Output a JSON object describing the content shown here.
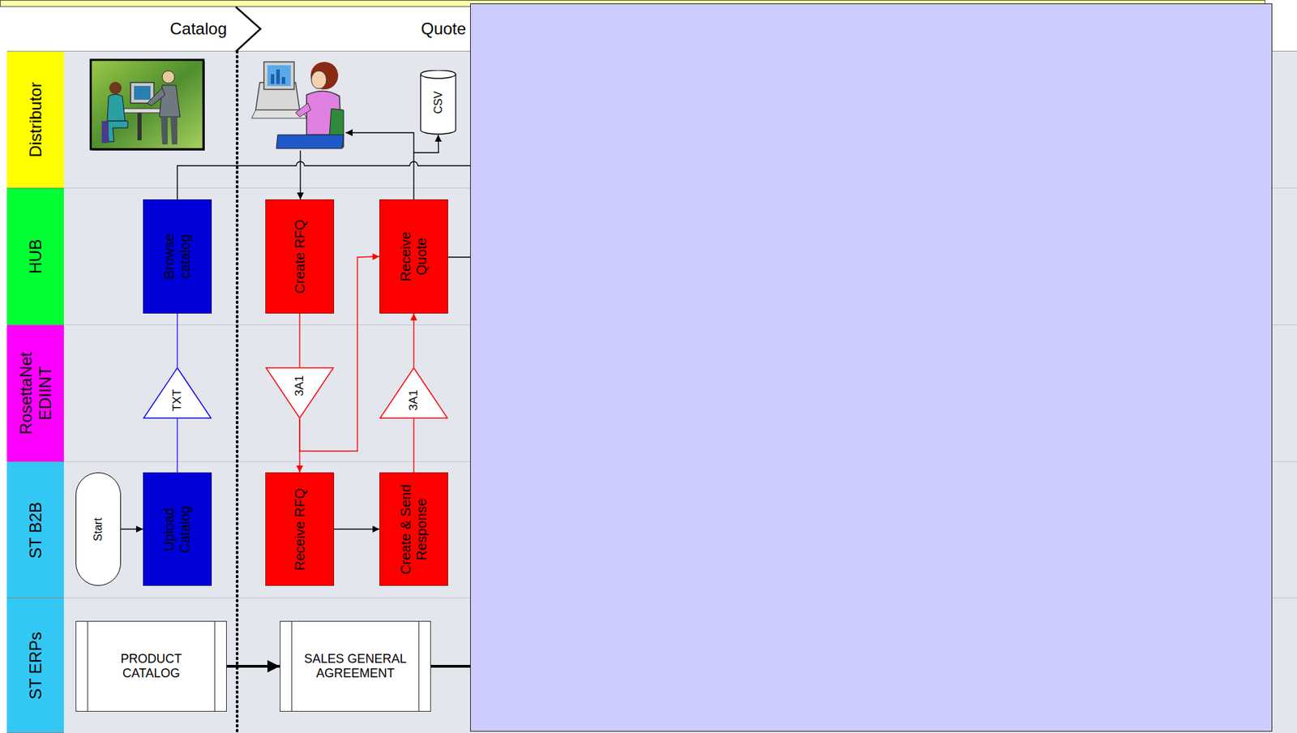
{
  "diagram": {
    "nodes": [
      {
        "text": [
          "Distributor"
        ]
      },
      {
        "text": [
          "HUB"
        ]
      },
      {
        "text": [
          "RosettaNet EDIINT"
        ]
      },
      {
        "text": [
          "ST B2B"
        ]
      },
      {
        "text": [
          "ST ERPs"
        ]
      },
      {
        "text": [
          "CSV"
        ],
        "in": 0
      },
      {
        "text": [
          "Browse catalog"
        ],
        "in": 1
      },
      {
        "text": [
          "Create RFQ"
        ],
        "in": 1
      },
      {
        "text": [
          "Receive Quote"
        ],
        "in": 1
      },
      {
        "text": [
          "TXT"
        ],
        "in": 2
      },
      {
        "text": [
          "3A1"
        ],
        "in": 2
      },
      {
        "text": [
          "3A1"
        ],
        "in": 2
      },
      {
        "text": [
          "Start"
        ],
        "in": 3
      },
      {
        "text": [
          "Upload Catalog"
        ],
        "in": 3
      },
      {
        "text": [
          "Receive RFQ"
        ],
        "in": 3
      },
      {
        "text": [
          "Create & Send Response"
        ],
        "in": 3
      },
      {
        "text": [
          "PRODUCT CATALOG"
        ],
        "in": 4
      },
      {
        "text": [
          "SALES GENERAL AGREEMENT"
        ],
        "in": 4
      }
    ],
    "edges": [
      {
        "from": 12,
        "to": 13,
        "arrow": "to"
      },
      {
        "from": 13,
        "to": 9,
        "arrow": "none"
      },
      {
        "from": 9,
        "to": 6,
        "arrow": "none"
      },
      {
        "from": 7,
        "to": 10,
        "arrow": "none"
      },
      {
        "from": 10,
        "to": 14,
        "arrow": "to"
      },
      {
        "from": 10,
        "to": 8,
        "arrow": "to"
      },
      {
        "from": 14,
        "to": 15,
        "arrow": "to"
      },
      {
        "from": 15,
        "to": 11,
        "arrow": "none"
      },
      {
        "from": 11,
        "to": 8,
        "arrow": "to"
      },
      {
        "from": 8,
        "to": 5,
        "arrow": "to"
      },
      {
        "from": 16,
        "to": 17,
        "arrow": "to"
      }
    ],
    "labels": [
      "Catalog",
      "Quote"
    ]
  }
}
